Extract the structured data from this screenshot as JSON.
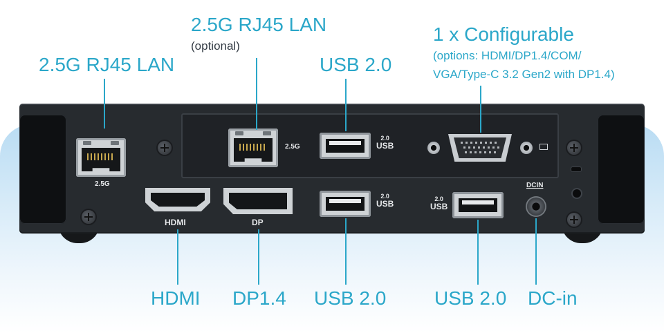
{
  "labels": {
    "lan1": "2.5G RJ45 LAN",
    "lan2": "2.5G RJ45 LAN",
    "lan2_note": "(optional)",
    "usb_top": "USB 2.0",
    "config_title": "1 x Configurable",
    "config_note1": "(options: HDMI/DP1.4/COM/",
    "config_note2": "VGA/Type-C 3.2 Gen2 with DP1.4)",
    "hdmi": "HDMI",
    "dp": "DP1.4",
    "usb_bottom1": "USB 2.0",
    "usb_bottom2": "USB 2.0",
    "dcin": "DC-in"
  },
  "device": {
    "lan1_mark": "2.5G",
    "lan2_mark": "2.5G",
    "usb_version": "2.0",
    "usb_word": "USB",
    "hdmi_mark": "HDMI",
    "dp_mark": "DP",
    "dcin_mark": "DCIN"
  },
  "colors": {
    "accent": "#2ba7c9",
    "chassis": "#272b2f",
    "background_panel": "#c8e4f6"
  }
}
